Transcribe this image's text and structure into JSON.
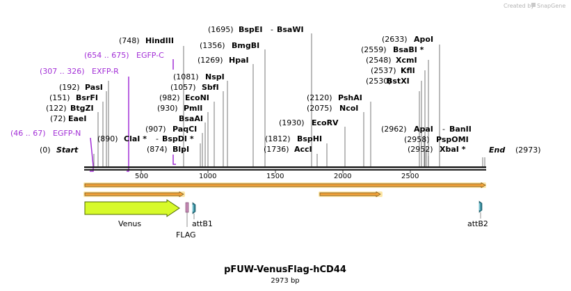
{
  "title": "pFUW-VenusFlag-hCD44",
  "length_label": "2973 bp",
  "credit_prefix": "Created by",
  "credit_brand": "SnapGene",
  "sequence_length": 2973,
  "axis_ticks": [
    "500",
    "1000",
    "1500",
    "2000",
    "2500"
  ],
  "ends": {
    "start": {
      "pos": "(0)",
      "name": "Start"
    },
    "end": {
      "pos": "(2973)",
      "name": "End"
    }
  },
  "sites": [
    {
      "bp": 72,
      "pos": "(72)",
      "name": "EaeI"
    },
    {
      "bp": 122,
      "pos": "(122)",
      "name": "BtgZI"
    },
    {
      "bp": 151,
      "pos": "(151)",
      "name": "BsrFI"
    },
    {
      "bp": 192,
      "pos": "(192)",
      "name": "PasI"
    },
    {
      "bp": 748,
      "pos": "(748)",
      "name": "HindIII"
    },
    {
      "bp": 874,
      "pos": "(874)",
      "name": "BlpI"
    },
    {
      "bp": 890,
      "pos": "(890)",
      "name": "ClaI *",
      "name2": "BspDI *"
    },
    {
      "bp": 907,
      "pos": "(907)",
      "name": "PaqCI"
    },
    {
      "bp": 930,
      "pos": "(930)",
      "name": "PmlI",
      "name_b": "BsaAI"
    },
    {
      "bp": 982,
      "pos": "(982)",
      "name": "EcoNI"
    },
    {
      "bp": 1057,
      "pos": "(1057)",
      "name": "SbfI"
    },
    {
      "bp": 1081,
      "pos": "(1081)",
      "name": "NspI"
    },
    {
      "bp": 1269,
      "pos": "(1269)",
      "name": "HpaI"
    },
    {
      "bp": 1356,
      "pos": "(1356)",
      "name": "BmgBI"
    },
    {
      "bp": 1695,
      "pos": "(1695)",
      "name": "BspEI",
      "name2": "BsaWI"
    },
    {
      "bp": 1736,
      "pos": "(1736)",
      "name": "AccI"
    },
    {
      "bp": 1812,
      "pos": "(1812)",
      "name": "BspHI"
    },
    {
      "bp": 1930,
      "pos": "(1930)",
      "name": "EcoRV"
    },
    {
      "bp": 2075,
      "pos": "(2075)",
      "name": "NcoI"
    },
    {
      "bp": 2120,
      "pos": "(2120)",
      "name": "PshAI"
    },
    {
      "bp": 2530,
      "pos": "(2530)",
      "name": "BstXI"
    },
    {
      "bp": 2537,
      "pos": "(2537)",
      "name": "KflI"
    },
    {
      "bp": 2548,
      "pos": "(2548)",
      "name": "XcmI"
    },
    {
      "bp": 2559,
      "pos": "(2559)",
      "name": "BsaBI *"
    },
    {
      "bp": 2633,
      "pos": "(2633)",
      "name": "ApoI"
    },
    {
      "bp": 2952,
      "pos": "(2952)",
      "name": "XbaI *"
    },
    {
      "bp": 2958,
      "pos": "(2958)",
      "name": "PspOMI"
    },
    {
      "bp": 2962,
      "pos": "(2962)",
      "name": "ApaI",
      "name2": "BanII"
    }
  ],
  "primers": [
    {
      "pos": "(46 .. 67)",
      "name": "EGFP-N",
      "start": 46,
      "end": 67
    },
    {
      "pos": "(307 .. 326)",
      "name": "EXFP-R",
      "start": 307,
      "end": 326
    },
    {
      "pos": "(654 .. 675)",
      "name": "EGFP-C",
      "start": 654,
      "end": 675
    }
  ],
  "features": [
    {
      "name": "Venus",
      "kind": "cds",
      "color": "#d7fa2a"
    },
    {
      "name": "FLAG",
      "kind": "tag",
      "color": "#c58ab4"
    },
    {
      "name": "attB1",
      "kind": "site",
      "color": "#2b7f8f"
    },
    {
      "name": "attB2",
      "kind": "site",
      "color": "#2b7f8f"
    }
  ],
  "colors": {
    "primer": "#a22ed6",
    "orf_fill": "#f3a43a",
    "orf_outline": "#6b4a14",
    "orf_glow": "#fde6a5",
    "backbone": "#1a1a1a"
  }
}
